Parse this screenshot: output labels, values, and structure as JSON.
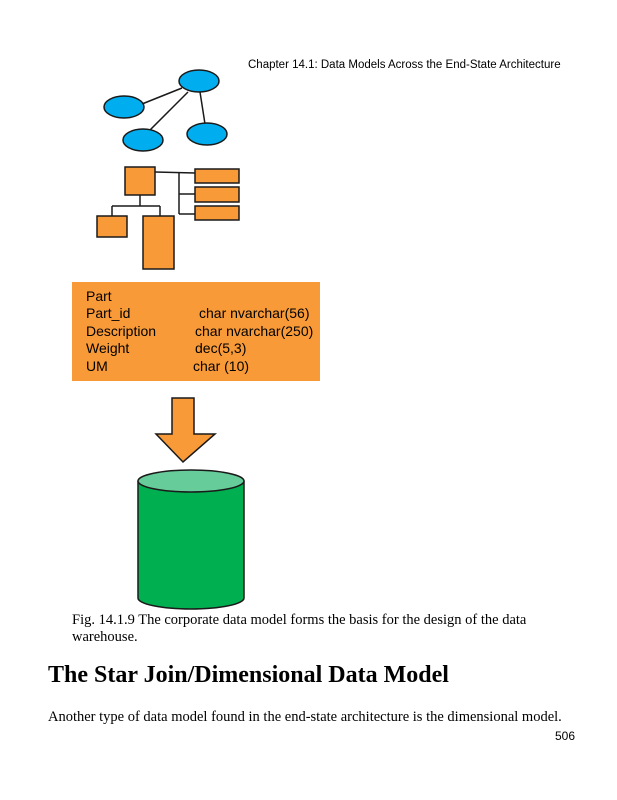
{
  "header": {
    "running_title": "Chapter 14.1: Data Models Across the End-State Architecture"
  },
  "figure": {
    "colors": {
      "node_blue": "#00aeef",
      "box_orange": "#f99a38",
      "cylinder_green": "#00b050",
      "cylinder_top": "#66cc99",
      "outline": "#1a1a1a"
    },
    "entity": {
      "name": "Part",
      "attributes": [
        {
          "name": "Part_id",
          "type": "char nvarchar(56)"
        },
        {
          "name": "Description",
          "type": "char nvarchar(250)"
        },
        {
          "name": "Weight",
          "type": "dec(5,3)"
        },
        {
          "name": "UM",
          "type": "char (10)"
        }
      ]
    },
    "caption": "Fig. 14.1.9 The corporate data model forms the basis for the design of the data warehouse."
  },
  "section": {
    "heading": "The Star Join/Dimensional Data Model",
    "paragraph": "Another type of data model found in the end-state architecture is the dimensional model."
  },
  "footer": {
    "page_number": "506"
  }
}
